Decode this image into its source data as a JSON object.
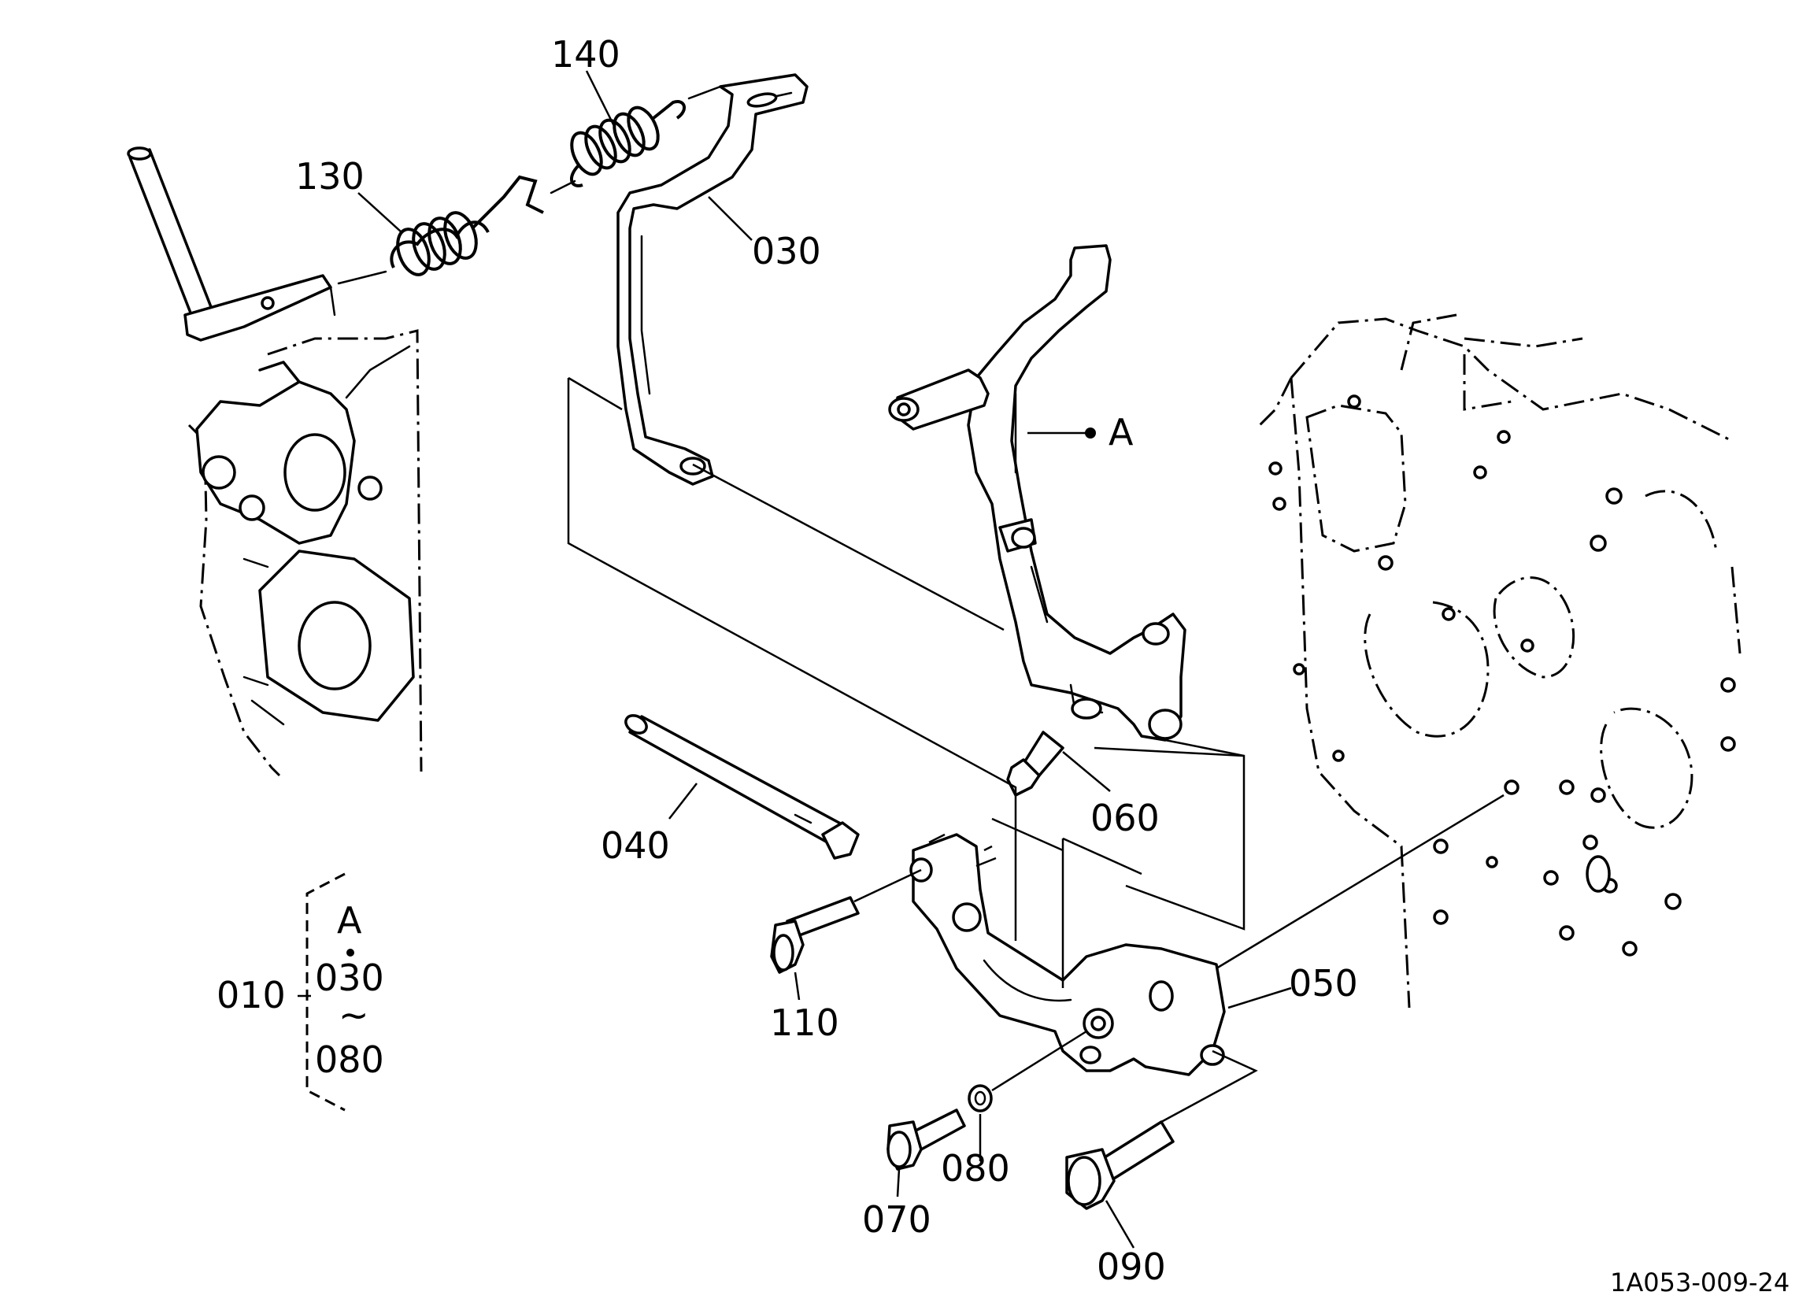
{
  "diagram": {
    "drawing_code": "1A053-009-24",
    "labels": {
      "p140": "140",
      "p130": "130",
      "p030": "030",
      "pA": "A",
      "p060": "060",
      "p040": "040",
      "p110": "110",
      "p050": "050",
      "p080": "080",
      "p070": "070",
      "p090": "090",
      "p010": "010"
    },
    "assembly_bracket": {
      "line1": "A",
      "line2": "030",
      "line3": "~",
      "line4": "080"
    }
  }
}
